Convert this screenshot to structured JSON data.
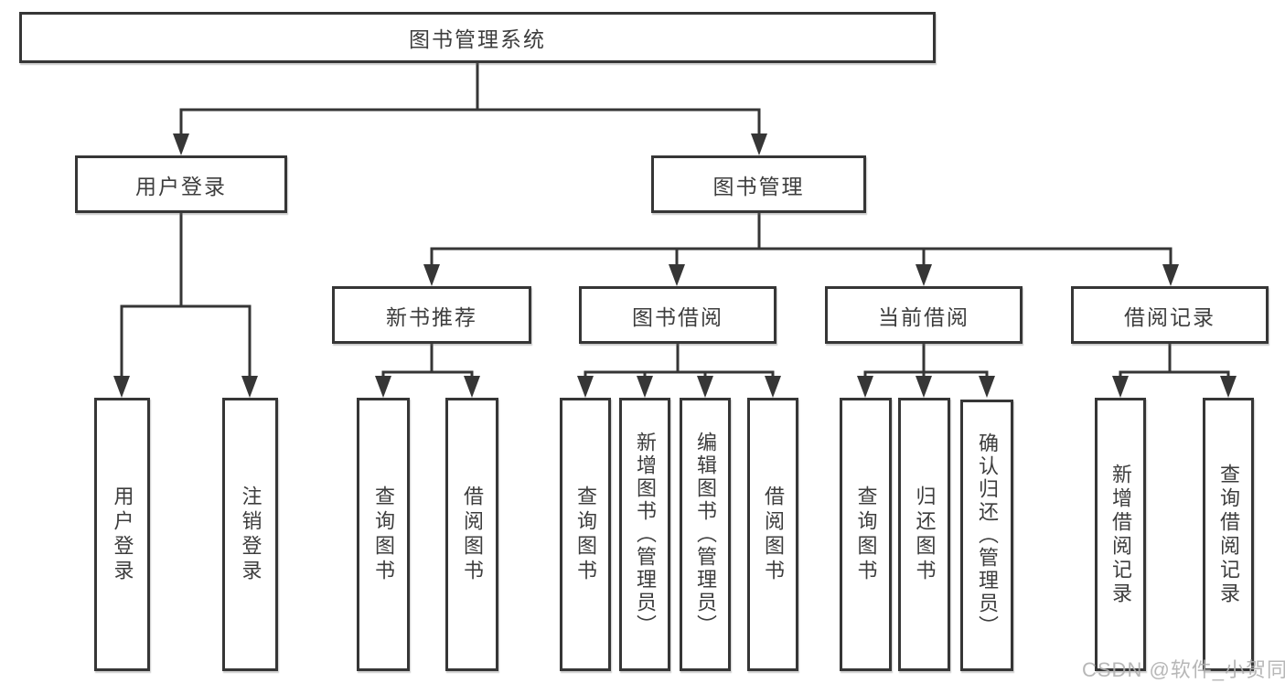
{
  "diagram": {
    "root": {
      "label": "图书管理系统"
    },
    "level2": [
      {
        "label": "用户登录"
      },
      {
        "label": "图书管理"
      }
    ],
    "level3": [
      {
        "label": "新书推荐"
      },
      {
        "label": "图书借阅"
      },
      {
        "label": "当前借阅"
      },
      {
        "label": "借阅记录"
      }
    ],
    "leaves": {
      "user": [
        "用户登录",
        "注销登录"
      ],
      "recommend": [
        "查询图书",
        "借阅图书"
      ],
      "borrow": [
        "查询图书",
        "新增图书（管理员）",
        "编辑图书（管理员）",
        "借阅图书"
      ],
      "current": [
        "查询图书",
        "归还图书",
        "确认归还（管理员）"
      ],
      "records": [
        "新增借阅记录",
        "查询借阅记录"
      ]
    }
  },
  "watermark": {
    "text": "CSDN @软件_小贺同学"
  },
  "colors": {
    "line": "#363636",
    "text": "#3d3d3d",
    "watermark": "#afafaf",
    "background": "#ffffff"
  }
}
